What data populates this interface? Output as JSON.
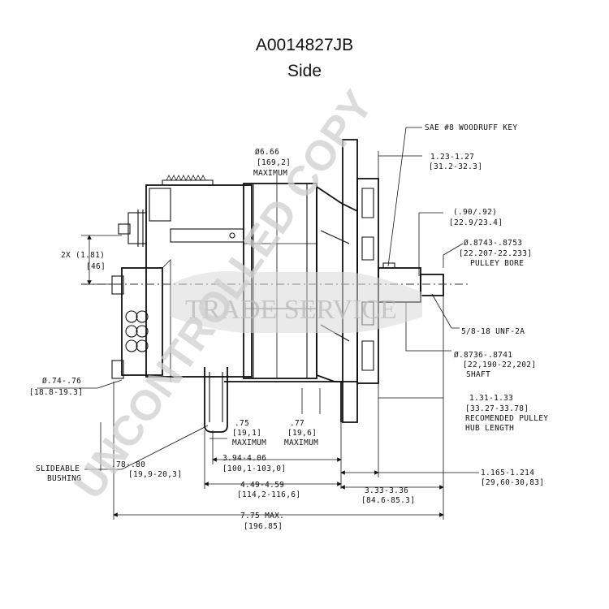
{
  "header": {
    "part_number": "A0014827JB",
    "view": "Side"
  },
  "dimensions": {
    "woodruff_key": "SAE #8 WOODRUFF KEY",
    "outer_dia_1": "Ø6.66",
    "outer_dia_2": "[169,2]",
    "outer_dia_3": "MAXIMUM",
    "key_pos_1": "1.23-1.27",
    "key_pos_2": "[31.2-32.3]",
    "hub_1": "(.90/.92)",
    "hub_2": "[22.9/23.4]",
    "bore_1": "Ø.8743-.8753",
    "bore_2": "[22.207-22.233]",
    "bore_3": "PULLEY BORE",
    "mount_2x_1": "2X (1.81)",
    "mount_2x_2": "[46]",
    "thread": "5/8-18 UNF-2A",
    "shaft_1": "Ø.8736-.8741",
    "shaft_2": "[22,190-22,202]",
    "shaft_3": "SHAFT",
    "hole_1": "Ø.74-.76",
    "hole_2": "[18.8-19.3]",
    "hub_len_1": "1.31-1.33",
    "hub_len_2": "[33.27-33.78]",
    "hub_len_3": "RECOMENDED PULLEY",
    "hub_len_4": "HUB LENGTH",
    "ear_a_1": ".75",
    "ear_a_2": "[19,1]",
    "ear_a_3": "MAXIMUM",
    "ear_b_1": ".77",
    "ear_b_2": "[19,6]",
    "ear_b_3": "MAXIMUM",
    "bushing_1": "SLIDEABLE",
    "bushing_2": "BUSHING",
    "bushing_dim_1": ".78-.80",
    "bushing_dim_2": "[19,9-20,3]",
    "d394_1": "3.94-4.06",
    "d394_2": "[100,1-103,0]",
    "d449_1": "4.49-4.59",
    "d449_2": "[114,2-116,6]",
    "d1165_1": "1.165-1.214",
    "d1165_2": "[29,60-30,83]",
    "d333_1": "3.33-3.36",
    "d333_2": "[84.6-85.3]",
    "overall_1": "7.75 MAX.",
    "overall_2": "[196.85]"
  },
  "watermark": {
    "stamp": "UNCONTROLLED COPY",
    "logo": "TRADE SERVICE"
  }
}
